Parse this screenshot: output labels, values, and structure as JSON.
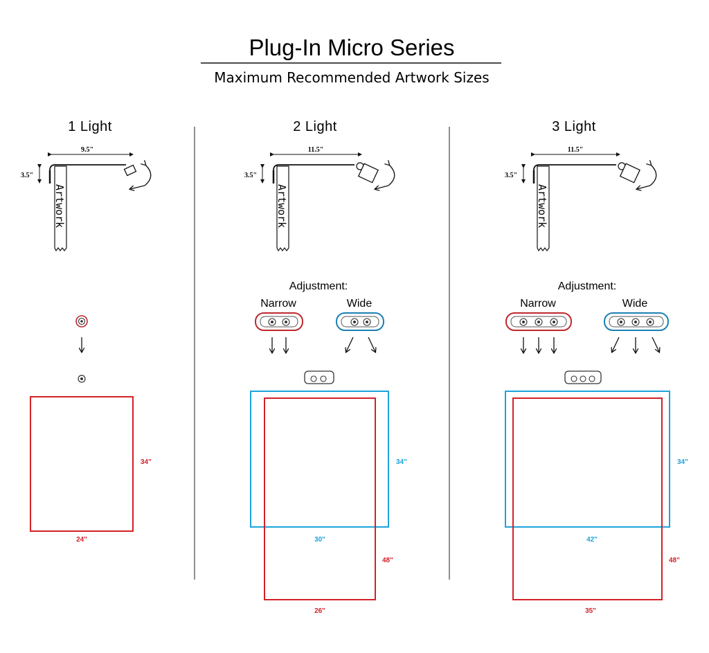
{
  "header": {
    "title": "Plug-In Micro Series",
    "subtitle": "Maximum Recommended Artwork Sizes"
  },
  "adjustment_label": "Adjustment:",
  "narrow_label": "Narrow",
  "wide_label": "Wide",
  "artwork_label": "Artwork",
  "colors": {
    "red": "#d42027",
    "blue": "#1fa2dc",
    "narrow_outline": "#c0272d",
    "wide_outline": "#1b7fb4"
  },
  "columns": [
    {
      "heading": "1 Light",
      "arm_length": "9.5\"",
      "arm_height": "3.5\"",
      "lights": 1,
      "has_adjustment": false,
      "red_rect": {
        "width": "24\"",
        "height": "34\""
      }
    },
    {
      "heading": "2 Light",
      "arm_length": "11.5\"",
      "arm_height": "3.5\"",
      "lights": 2,
      "has_adjustment": true,
      "blue_rect": {
        "width": "30\"",
        "height": "34\""
      },
      "red_rect": {
        "width": "26\"",
        "height": "48\""
      }
    },
    {
      "heading": "3 Light",
      "arm_length": "11.5\"",
      "arm_height": "3.5\"",
      "lights": 3,
      "has_adjustment": true,
      "blue_rect": {
        "width": "42\"",
        "height": "34\""
      },
      "red_rect": {
        "width": "35\"",
        "height": "48\""
      }
    }
  ]
}
